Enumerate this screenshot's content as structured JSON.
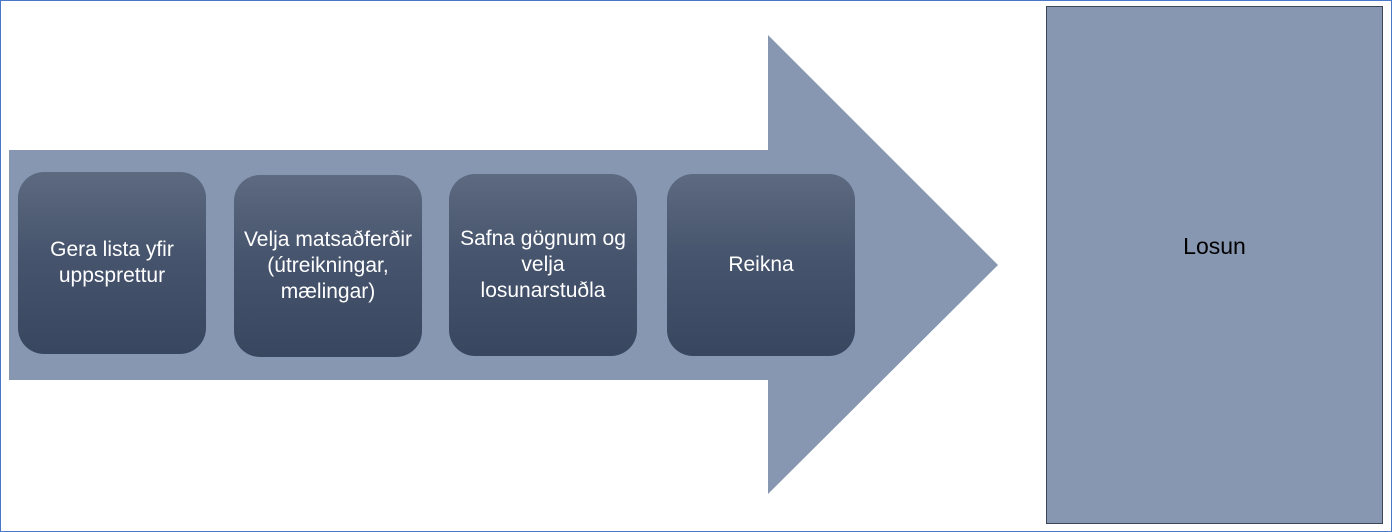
{
  "steps": [
    {
      "label": "Gera lista yfir uppsprettur"
    },
    {
      "label": "Velja matsaðferðir (útreikningar, mælingar)"
    },
    {
      "label": "Safna gögnum og velja losunarstuðla"
    },
    {
      "label": "Reikna"
    }
  ],
  "result": {
    "label": "Losun"
  },
  "colors": {
    "arrow": "#8797b1",
    "step_top": "#5d6a80",
    "step_bottom": "#38465f",
    "result": "#8797b1",
    "frame": "#4a78c8"
  }
}
